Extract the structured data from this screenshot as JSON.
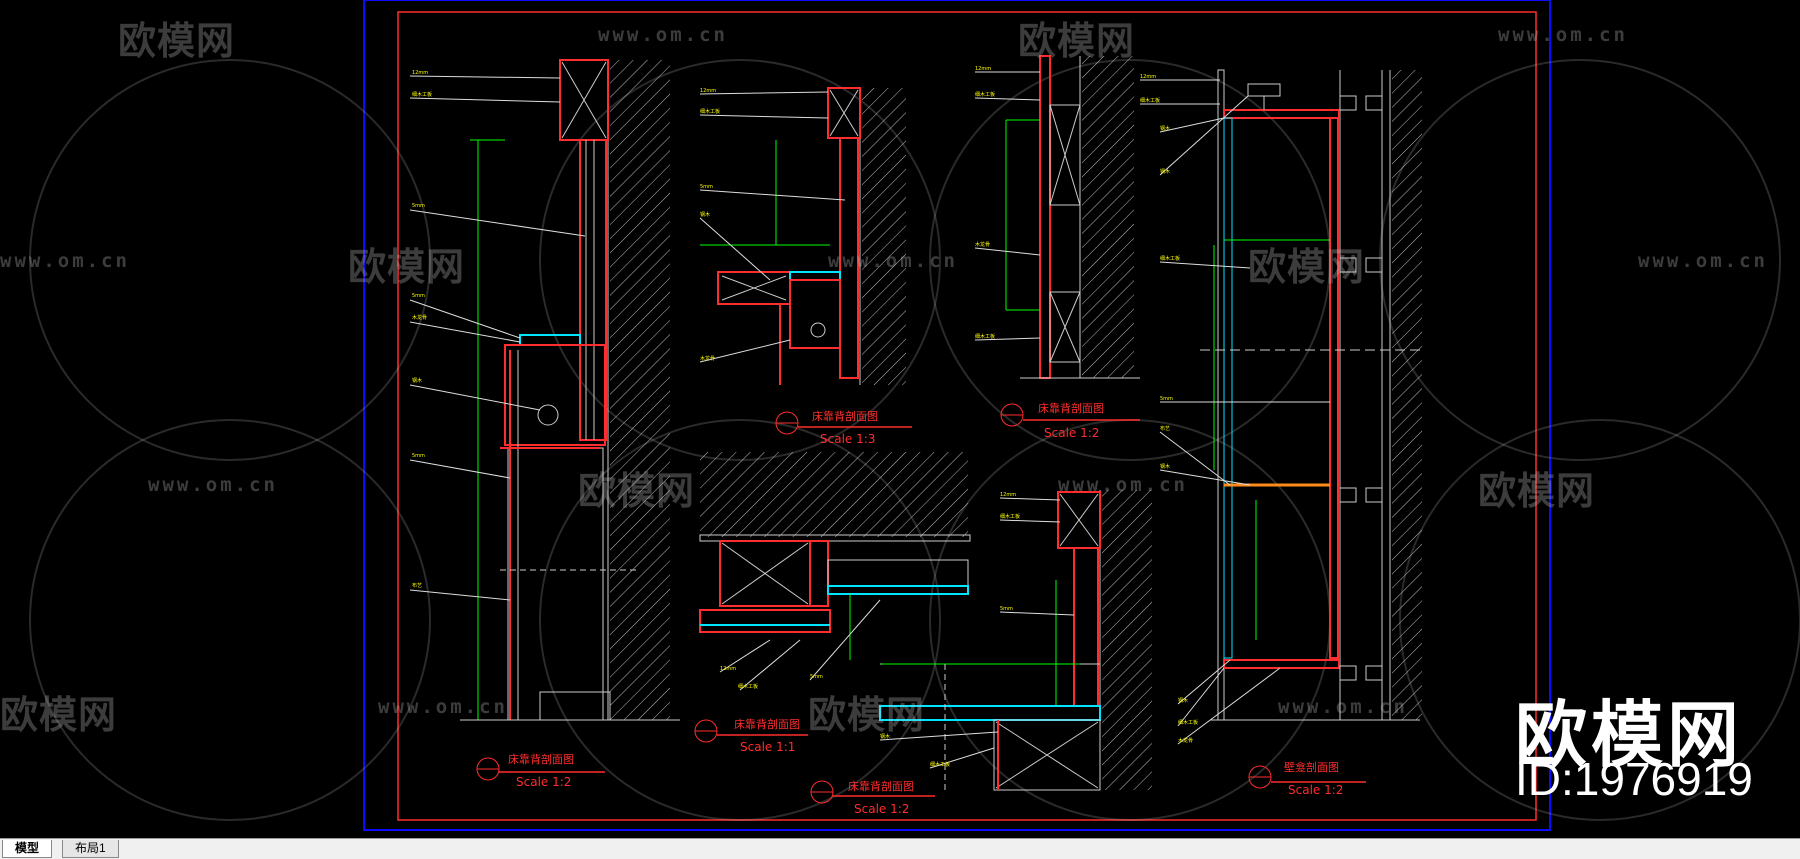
{
  "watermark": {
    "logo_text": "欧模网",
    "url_text": "www.om.cn",
    "brand_text": "欧模网",
    "id_text": "ID:1976919"
  },
  "drawing": {
    "section_titles": [
      "床靠背剖面图",
      "床靠背剖面图",
      "床靠背剖面图",
      "床靠背剖面图",
      "床靠背剖面图",
      "壁龛剖面图"
    ],
    "scales": [
      "Scale 1:2",
      "Scale 1:3",
      "Scale 1:2",
      "Scale 1:1",
      "Scale 1:2",
      "Scale 1:2"
    ],
    "colors": {
      "line": "#ff2d2d",
      "dim": "#00ff00",
      "text": "#ffff00",
      "hatch": "#cccccc",
      "border": "#0000ff"
    }
  },
  "tabs": [
    {
      "label": "模型",
      "active": true
    },
    {
      "label": "布局1",
      "active": false
    }
  ]
}
